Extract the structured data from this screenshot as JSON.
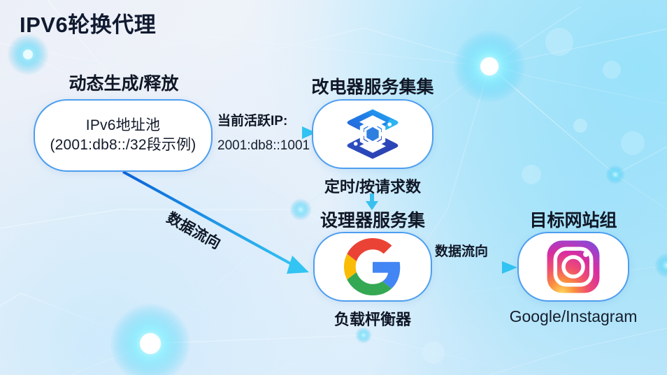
{
  "page": {
    "title": "IPV6轮换代理",
    "accent_blue": "#1a8cf0",
    "accent_cyan": "#35c6f4",
    "border_blue": "#4d9ef0",
    "text_dark": "#101a2f"
  },
  "nodes": {
    "pool": {
      "caption_top": "动态生成/释放",
      "line1": "IPv6地址池",
      "line2": "(2001:db8::/32段示例)"
    },
    "rotator": {
      "caption_top": "改电器服务集集",
      "caption_bottom": "定时/按请求数",
      "icon": "layered-hexagon-icon"
    },
    "balancer": {
      "caption_top": "设理器服务集",
      "caption_bottom": "负载枰衡器",
      "icon": "google-g-icon"
    },
    "targets": {
      "caption_top": "目标网站组",
      "caption_bottom": "Google/Instagram",
      "icon": "instagram-icon"
    }
  },
  "arrows": {
    "active_ip": {
      "label_top": "当前活跃IP:",
      "label_bottom": "2001:db8::1001"
    },
    "diagonal_flow": {
      "label": "数据流向"
    },
    "balancer_to_targets": {
      "label": "数据流向"
    },
    "rotator_to_balancer": {
      "label": ""
    }
  }
}
